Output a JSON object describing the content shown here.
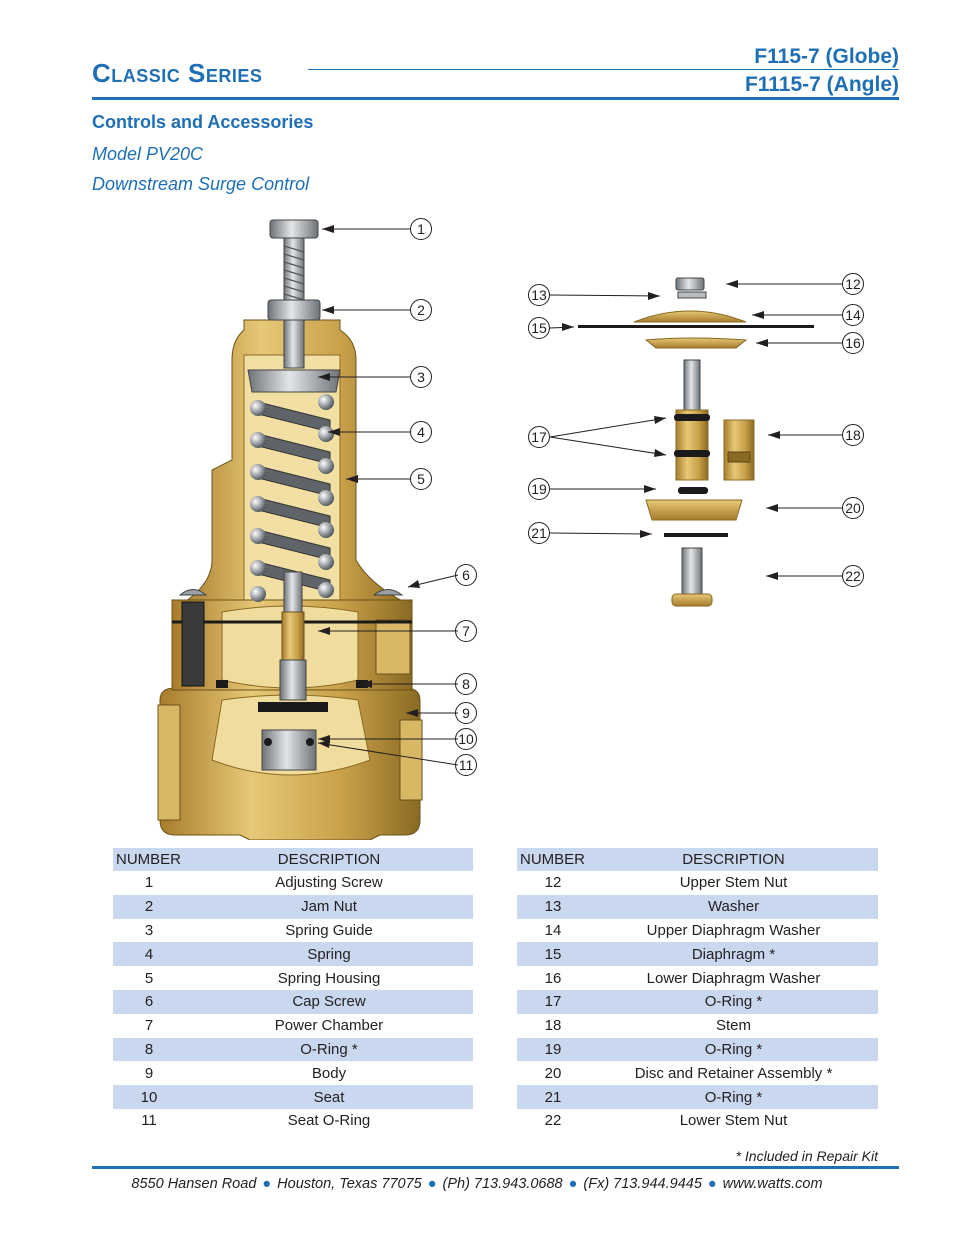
{
  "header": {
    "series_title": "Classic Series",
    "model_globe": "F115-7 (Globe)",
    "model_angle": "F1115-7 (Angle)"
  },
  "section": {
    "title": "Controls and Accessories",
    "model_name": "Model PV20C",
    "model_description": "Downstream Surge Control"
  },
  "diagram": {
    "callouts": [
      "1",
      "2",
      "3",
      "4",
      "5",
      "6",
      "7",
      "8",
      "9",
      "10",
      "11",
      "12",
      "13",
      "14",
      "15",
      "16",
      "17",
      "18",
      "19",
      "20",
      "21",
      "22"
    ],
    "colors": {
      "brass": "#c9a14a",
      "brass_dark": "#8a6a22",
      "steel": "#9aa0a6",
      "oring": "#1a1a1a"
    }
  },
  "tables": {
    "number_header": "NUMBER",
    "description_header": "DESCRIPTION",
    "left": [
      {
        "number": "1",
        "description": "Adjusting Screw"
      },
      {
        "number": "2",
        "description": "Jam Nut"
      },
      {
        "number": "3",
        "description": "Spring Guide"
      },
      {
        "number": "4",
        "description": "Spring"
      },
      {
        "number": "5",
        "description": "Spring Housing"
      },
      {
        "number": "6",
        "description": "Cap Screw"
      },
      {
        "number": "7",
        "description": "Power Chamber"
      },
      {
        "number": "8",
        "description": "O-Ring *"
      },
      {
        "number": "9",
        "description": "Body"
      },
      {
        "number": "10",
        "description": "Seat"
      },
      {
        "number": "11",
        "description": "Seat O-Ring"
      }
    ],
    "right": [
      {
        "number": "12",
        "description": "Upper Stem Nut"
      },
      {
        "number": "13",
        "description": "Washer"
      },
      {
        "number": "14",
        "description": "Upper Diaphragm Washer"
      },
      {
        "number": "15",
        "description": "Diaphragm *"
      },
      {
        "number": "16",
        "description": "Lower Diaphragm Washer"
      },
      {
        "number": "17",
        "description": "O-Ring *"
      },
      {
        "number": "18",
        "description": "Stem"
      },
      {
        "number": "19",
        "description": "O-Ring *"
      },
      {
        "number": "20",
        "description": "Disc and Retainer Assembly *"
      },
      {
        "number": "21",
        "description": "O-Ring *"
      },
      {
        "number": "22",
        "description": "Lower Stem Nut"
      }
    ]
  },
  "repair_note": "* Included in Repair Kit",
  "footer": {
    "address": "8550 Hansen Road",
    "city": "Houston, Texas 77075",
    "phone": "(Ph) 713.943.0688",
    "fax": "(Fx) 713.944.9445",
    "website": "www.watts.com"
  },
  "colors": {
    "accent": "#1f6fb5",
    "table_shade": "#c9d7ef"
  }
}
